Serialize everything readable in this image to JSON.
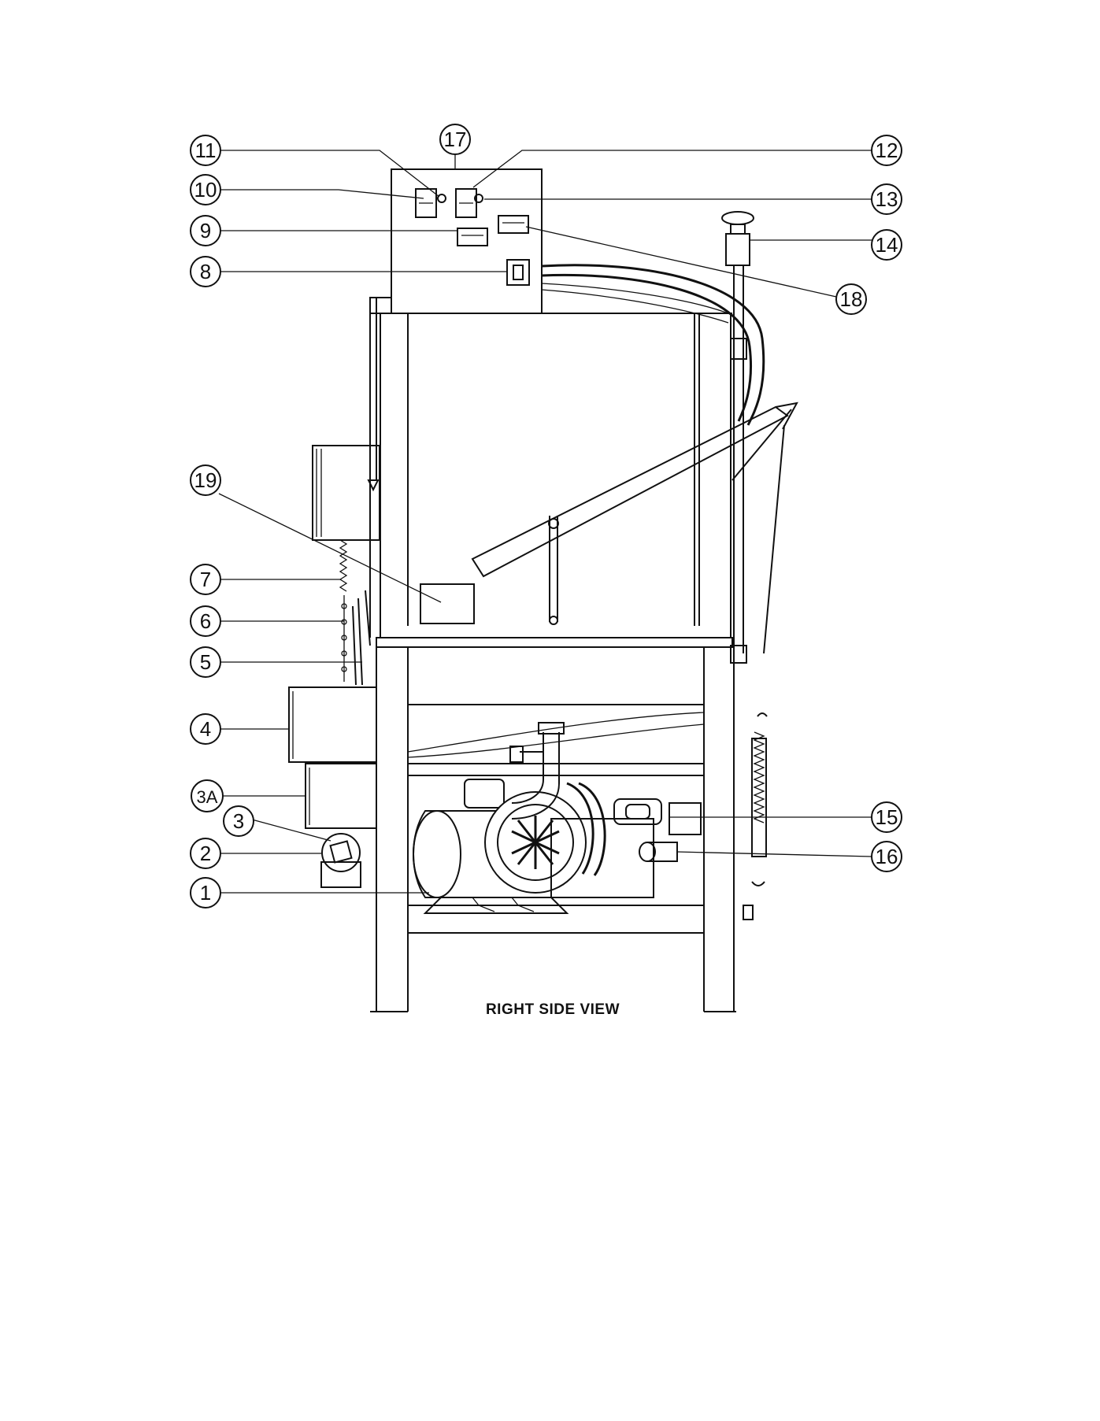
{
  "caption": "RIGHT SIDE VIEW",
  "callouts": [
    "11",
    "17",
    "12",
    "10",
    "13",
    "9",
    "14",
    "8",
    "18",
    "19",
    "7",
    "6",
    "5",
    "4",
    "3A",
    "3",
    "2",
    "1",
    "15",
    "16"
  ]
}
